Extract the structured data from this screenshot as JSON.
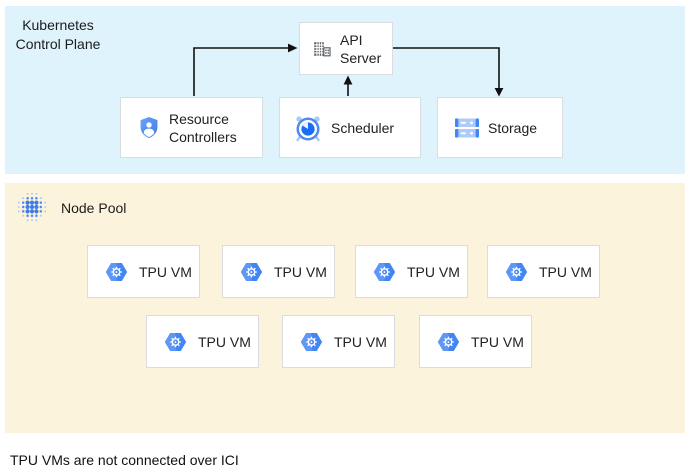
{
  "control_plane": {
    "title": "Kubernetes Control Plane",
    "nodes": {
      "api_server": {
        "label": "API Server",
        "icon": "building-icon"
      },
      "resource_controllers": {
        "label": "Resource Controllers",
        "icon": "shield-user-icon"
      },
      "scheduler": {
        "label": "Scheduler",
        "icon": "alarm-clock-icon"
      },
      "storage": {
        "label": "Storage",
        "icon": "disk-stack-icon"
      }
    },
    "arrows": [
      {
        "from": "resource_controllers",
        "to": "api_server"
      },
      {
        "from": "scheduler",
        "to": "api_server"
      },
      {
        "from": "api_server",
        "to": "storage"
      }
    ]
  },
  "node_pool": {
    "title": "Node Pool",
    "icon": "dotted-cluster-icon",
    "vms": [
      "TPU VM",
      "TPU VM",
      "TPU VM",
      "TPU VM",
      "TPU VM",
      "TPU VM",
      "TPU VM"
    ],
    "vm_icon": "tpu-hexagon-icon"
  },
  "caption": "TPU VMs are not connected over ICI",
  "colors": {
    "control_plane_bg": "#DFF3FD",
    "node_pool_bg": "#FBF3DB",
    "box_border": "#DADCE0",
    "google_blue": "#4285F4",
    "dark_blue": "#1B6EF3",
    "light_blue": "#AECBFA",
    "icon_gray": "#5F6368",
    "text": "#202124",
    "arrow": "#111111"
  }
}
